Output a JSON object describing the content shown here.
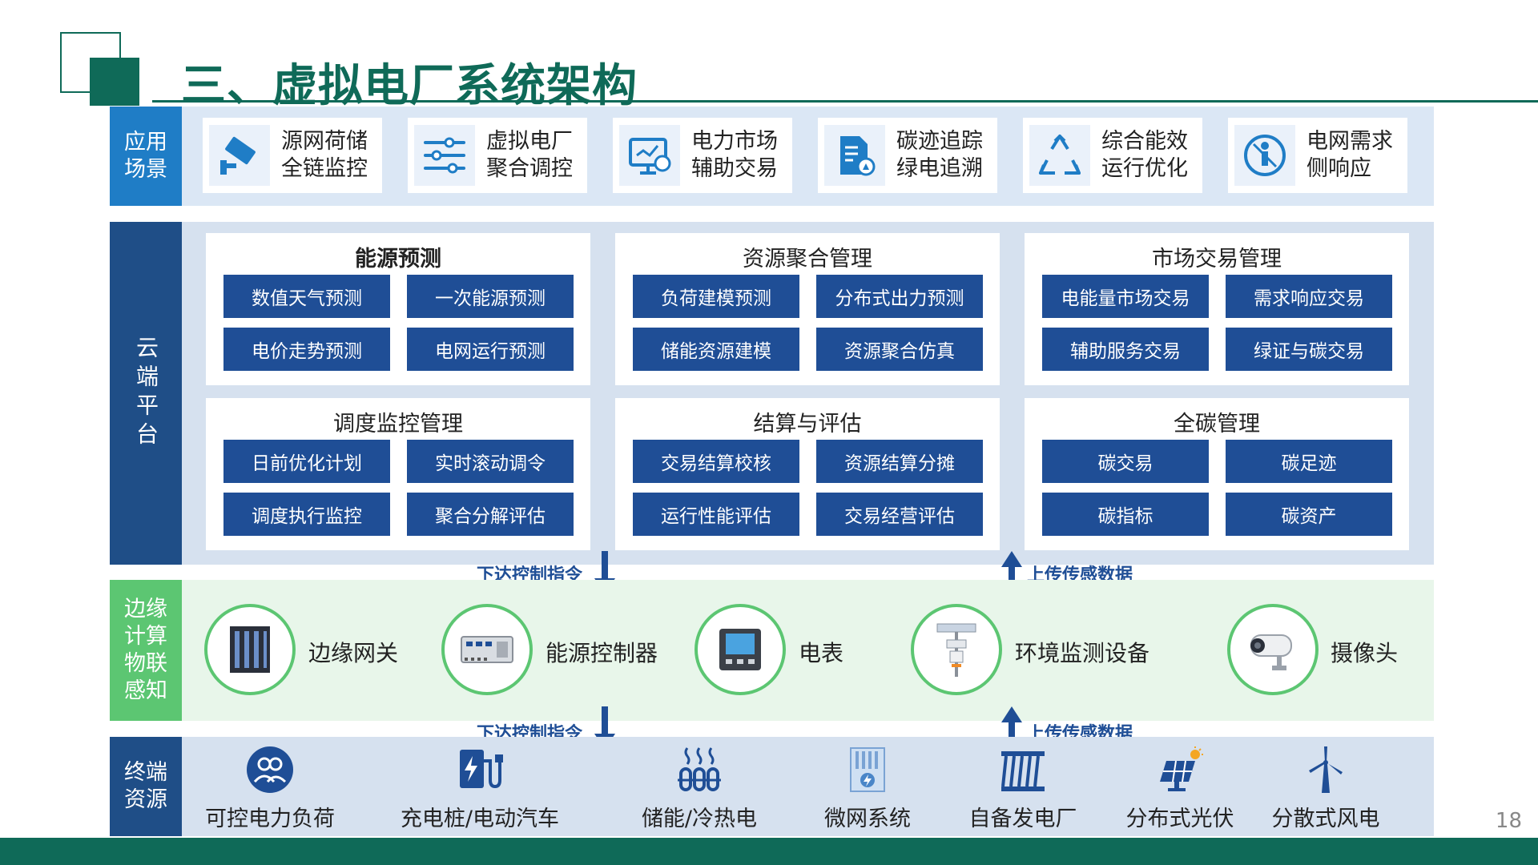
{
  "title": "三、虚拟电厂系统架构",
  "page_number": "18",
  "bands": {
    "app": {
      "label": "应用\n场景"
    },
    "cloud": {
      "label": "云端平台"
    },
    "edge": {
      "label": "边缘\n计算\n物联\n感知"
    },
    "terminal": {
      "label": "终端\n资源"
    }
  },
  "apps": [
    {
      "text": "源网荷储\n全链监控",
      "icon": "camera-icon"
    },
    {
      "text": "虚拟电厂\n聚合调控",
      "icon": "sliders-icon"
    },
    {
      "text": "电力市场\n辅助交易",
      "icon": "monitor-chart-icon"
    },
    {
      "text": "碳迹追踪\n绿电追溯",
      "icon": "document-leaf-icon"
    },
    {
      "text": "综合能效\n运行优化",
      "icon": "recycle-icon"
    },
    {
      "text": "电网需求\n侧响应",
      "icon": "person-circle-icon"
    }
  ],
  "modules": [
    {
      "title": "能源预测",
      "bold": true,
      "items": [
        "数值天气预测",
        "一次能源预测",
        "电价走势预测",
        "电网运行预测"
      ]
    },
    {
      "title": "资源聚合管理",
      "items": [
        "负荷建模预测",
        "分布式出力预测",
        "储能资源建模",
        "资源聚合仿真"
      ]
    },
    {
      "title": "市场交易管理",
      "items": [
        "电能量市场交易",
        "需求响应交易",
        "辅助服务交易",
        "绿证与碳交易"
      ]
    },
    {
      "title": "调度监控管理",
      "items": [
        "日前优化计划",
        "实时滚动调令",
        "调度执行监控",
        "聚合分解评估"
      ]
    },
    {
      "title": "结算与评估",
      "items": [
        "交易结算校核",
        "资源结算分摊",
        "运行性能评估",
        "交易经营评估"
      ]
    },
    {
      "title": "全碳管理",
      "items": [
        "碳交易",
        "碳足迹",
        "碳指标",
        "碳资产"
      ]
    }
  ],
  "arrows": {
    "down_label": "下达控制指令",
    "up_label": "上传传感数据"
  },
  "devices": [
    {
      "label": "边缘网关",
      "icon": "gateway-icon"
    },
    {
      "label": "能源控制器",
      "icon": "controller-icon"
    },
    {
      "label": "电表",
      "icon": "meter-icon"
    },
    {
      "label": "环境监测设备",
      "icon": "weather-station-icon"
    },
    {
      "label": "摄像头",
      "icon": "camera-icon"
    }
  ],
  "terminals": [
    {
      "label": "可控电力负荷",
      "icon": "users-icon"
    },
    {
      "label": "充电桩/电动汽车",
      "icon": "charging-icon"
    },
    {
      "label": "储能/冷热电",
      "icon": "heat-storage-icon"
    },
    {
      "label": "微网系统",
      "icon": "microgrid-icon"
    },
    {
      "label": "自备发电厂",
      "icon": "power-plant-icon"
    },
    {
      "label": "分布式光伏",
      "icon": "solar-panel-icon"
    },
    {
      "label": "分散式风电",
      "icon": "wind-turbine-icon"
    }
  ],
  "colors": {
    "brand_green": "#0f6a58",
    "app_blue": "#1f7dc6",
    "navy": "#1f4e87",
    "button_blue": "#1f4e96",
    "edge_green": "#5cc672"
  }
}
